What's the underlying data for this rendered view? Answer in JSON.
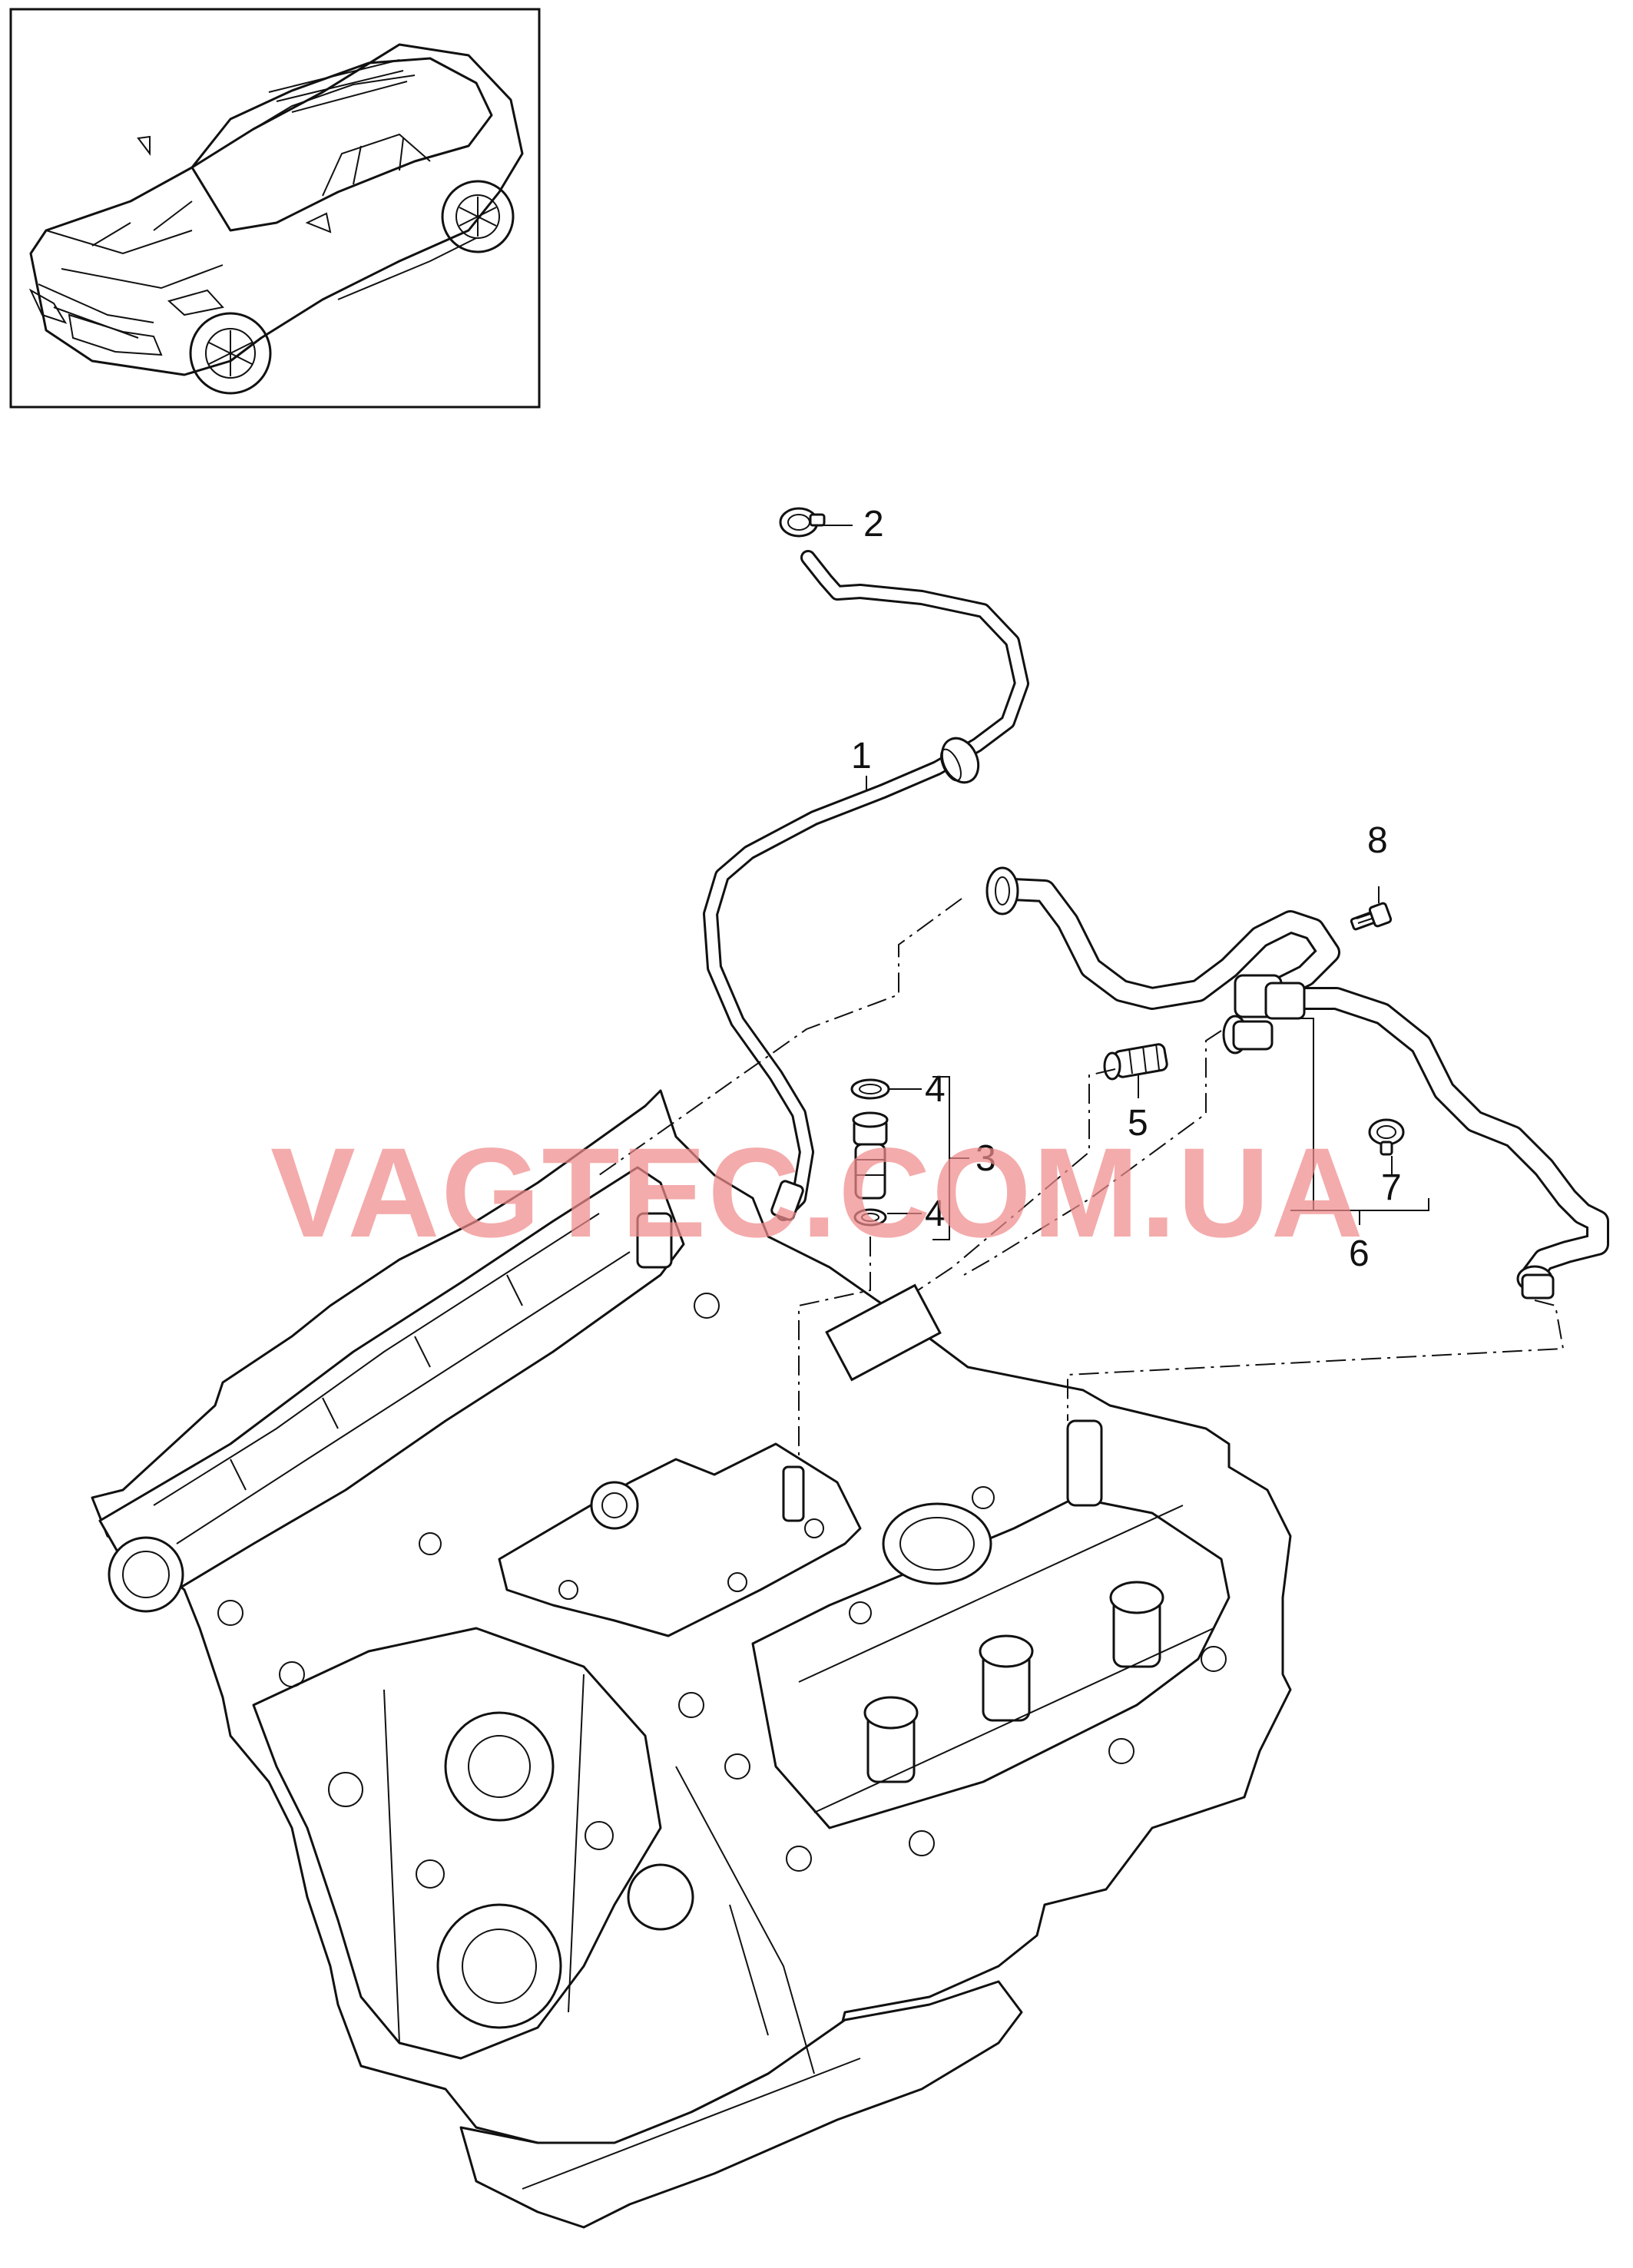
{
  "callouts": [
    {
      "id": "1",
      "label": "1"
    },
    {
      "id": "2",
      "label": "2"
    },
    {
      "id": "3",
      "label": "3"
    },
    {
      "id": "4a",
      "label": "4"
    },
    {
      "id": "4b",
      "label": "4"
    },
    {
      "id": "5",
      "label": "5"
    },
    {
      "id": "6",
      "label": "6"
    },
    {
      "id": "7",
      "label": "7"
    },
    {
      "id": "8",
      "label": "8"
    }
  ],
  "watermark": "VAGTEC.COM.UA",
  "colors": {
    "line": "#111111",
    "background": "#ffffff",
    "watermark": "#f08a8a"
  }
}
